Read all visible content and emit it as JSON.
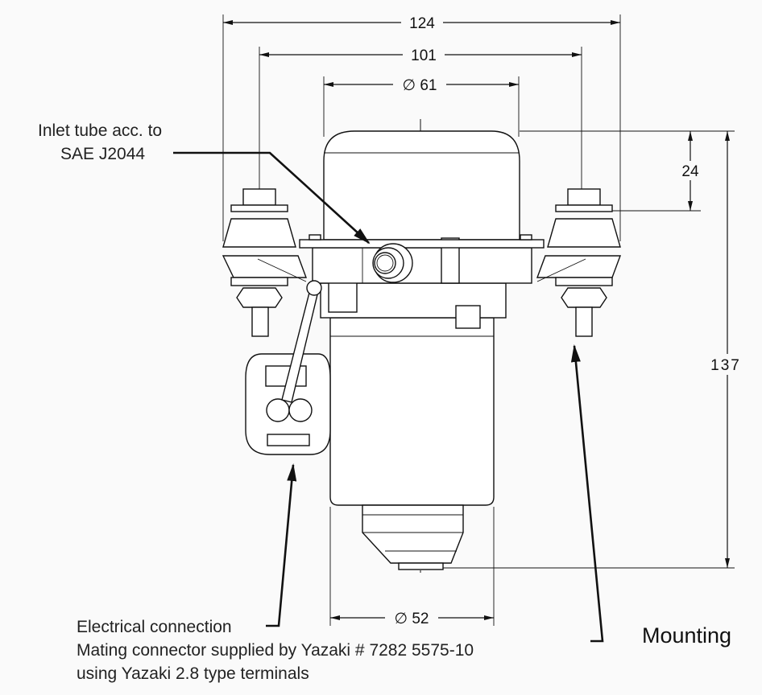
{
  "dimensions": {
    "overall_width": "124",
    "mount_spacing": "101",
    "cap_diameter": "∅ 61",
    "cap_height": "24",
    "overall_height": "137",
    "body_diameter": "∅ 52"
  },
  "callouts": {
    "inlet_line1": "Inlet tube acc. to",
    "inlet_line2": "SAE J2044",
    "electrical_line1": "Electrical connection",
    "electrical_line2": "Mating connector supplied by Yazaki # 7282 5575-10",
    "electrical_line3": "using Yazaki 2.8 type terminals",
    "mounting": "Mounting"
  }
}
